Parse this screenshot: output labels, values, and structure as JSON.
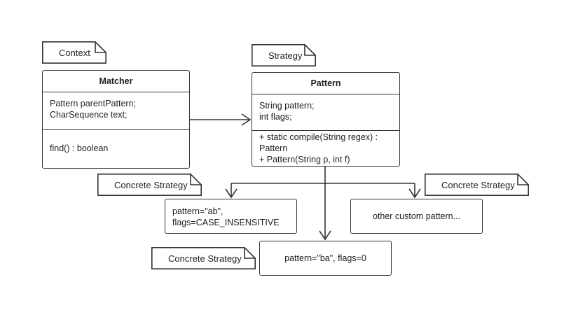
{
  "notes": {
    "context": "Context",
    "strategy": "Strategy",
    "concrete_left": "Concrete Strategy",
    "concrete_right": "Concrete Strategy",
    "concrete_bottom": "Concrete Strategy"
  },
  "matcher": {
    "title": "Matcher",
    "attributes": [
      "Pattern parentPattern;",
      "CharSequence text;"
    ],
    "methods": [
      "find() : boolean"
    ]
  },
  "pattern": {
    "title": "Pattern",
    "attributes": [
      "String pattern;",
      "int flags;"
    ],
    "methods": [
      "+ static compile(String regex) :",
      "Pattern",
      "+ Pattern(String p, int f)"
    ]
  },
  "instances": {
    "ab": [
      "pattern=\"ab\",",
      "flags=CASE_INSENSITIVE"
    ],
    "custom": [
      "other custom pattern..."
    ],
    "ba": [
      "pattern=\"ba\", flags=0"
    ]
  }
}
